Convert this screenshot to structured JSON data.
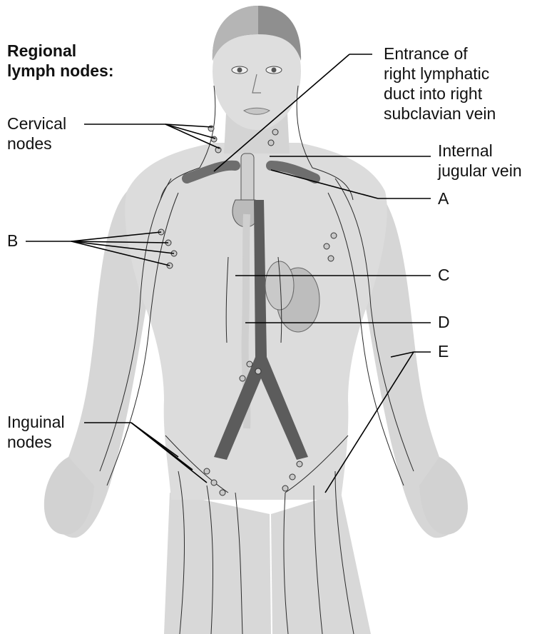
{
  "heading": {
    "line1": "Regional",
    "line2": "lymph  nodes:"
  },
  "labels": {
    "cervical_1": "Cervical",
    "cervical_2": "nodes",
    "inguinal_1": "Inguinal",
    "inguinal_2": "nodes",
    "entrance_1": "Entrance of",
    "entrance_2": "right lymphatic",
    "entrance_3": "duct into right",
    "entrance_4": "subclavian vein",
    "jugular_1": "Internal",
    "jugular_2": "jugular vein",
    "a": "A",
    "b": "B",
    "c": "C",
    "d": "D",
    "e": "E"
  },
  "colors": {
    "body": "#dadada",
    "body_light": "#e6e6e6",
    "hair": "#8c8c8c",
    "vessel_dark": "#6f6f6f",
    "aorta": "#585858",
    "organ": "#bdbdbd",
    "lymph_line": "#2a2a2a",
    "leader": "#000000"
  }
}
